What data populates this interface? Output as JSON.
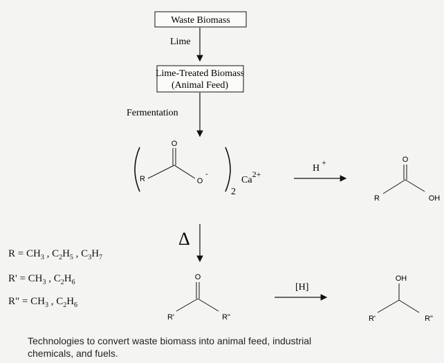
{
  "boxes": {
    "waste": "Waste Biomass",
    "treated_line1": "Lime-Treated Biomass",
    "treated_line2": "(Animal Feed)"
  },
  "steps": {
    "lime": "Lime",
    "fermentation": "Fermentation",
    "acid": "H",
    "acid_sup": "+",
    "heat": "Δ",
    "reduction": "[H]"
  },
  "salt": {
    "O": "O",
    "O_minus": "O",
    "minus": "-",
    "R": "R",
    "count": "2",
    "cation": "Ca",
    "charge": "2+"
  },
  "acid_product": {
    "O": "O",
    "R": "R",
    "OH": "OH"
  },
  "ketone": {
    "O": "O",
    "R1": "R'",
    "R2": "R\""
  },
  "alcohol": {
    "OH": "OH",
    "R1": "R'",
    "R2": "R\""
  },
  "definitions": {
    "r": [
      "R = CH",
      "3",
      " , C",
      "2",
      "H",
      "5",
      " , C",
      "3",
      "H",
      "7"
    ],
    "r1": [
      "R' = CH",
      "3",
      " , C",
      "2",
      "H",
      "6"
    ],
    "r2": [
      "R\" = CH",
      "3",
      " , C",
      "2",
      "H",
      "6"
    ]
  },
  "caption": {
    "line1": "Technologies to convert waste biomass into animal feed, industrial",
    "line2": "chemicals, and fuels."
  }
}
